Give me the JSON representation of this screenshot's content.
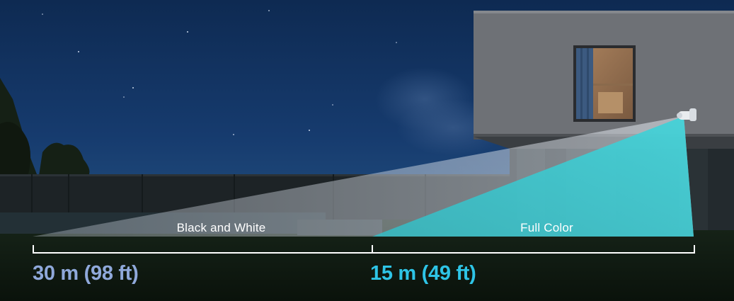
{
  "zones": {
    "black_white": {
      "label": "Black and White",
      "distance": "30 m (98 ft)",
      "color": "#8fa8da"
    },
    "full_color": {
      "label": "Full Color",
      "distance": "15 m (49 ft)",
      "color": "#2ec4e6"
    }
  },
  "colors": {
    "sky": "#153a6b",
    "lawn": "#101c14",
    "wall": "#707378",
    "full_color_beam": "#3cc6cc",
    "bw_beam": "#d7dde6"
  }
}
